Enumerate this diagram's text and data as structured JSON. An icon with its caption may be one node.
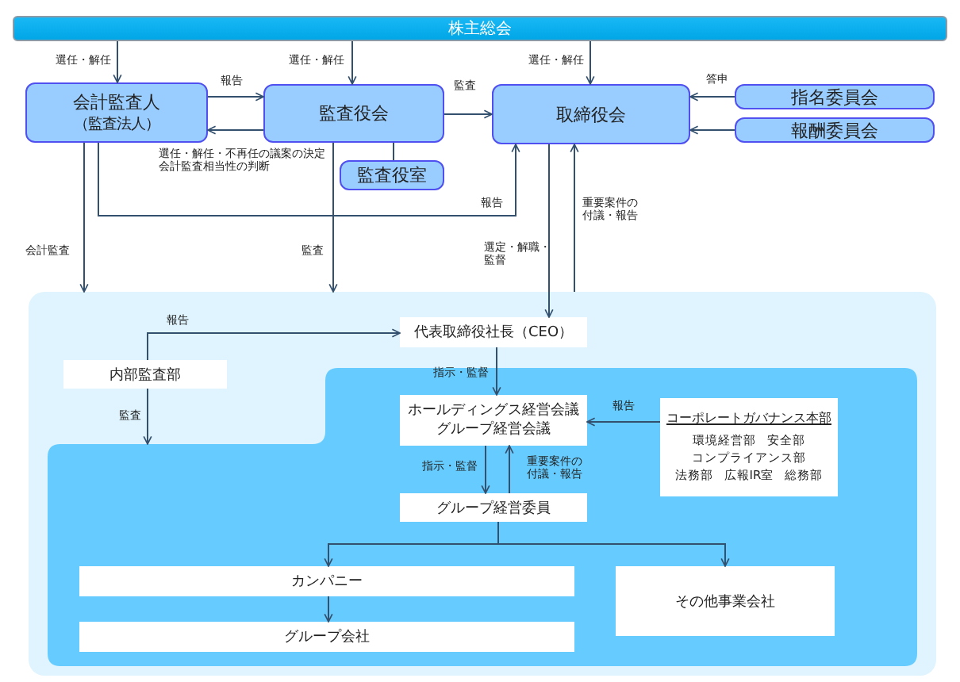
{
  "diagram": {
    "nodes": [
      {
        "text": [
          "株主総会"
        ]
      },
      {
        "text": [
          "会計監査人",
          "（監査法人）"
        ]
      },
      {
        "text": [
          "監査役会"
        ]
      },
      {
        "text": [
          "監査役室"
        ]
      },
      {
        "text": [
          "取締役会"
        ]
      },
      {
        "text": [
          "指名委員会"
        ]
      },
      {
        "text": [
          "報酬委員会"
        ]
      },
      {
        "text": [],
        "shape": "box"
      },
      {
        "text": [
          "代表取締役社長（CEO）"
        ],
        "in": 7
      },
      {
        "text": [
          "内部監査部"
        ],
        "in": 7
      },
      {
        "text": [],
        "shape": "box",
        "in": 7
      },
      {
        "text": [
          "ホールディングス経営会議グループ経営会議"
        ],
        "in": 10
      },
      {
        "text": [
          "コーポレートガバナンス本部",
          "環境経営部",
          "安全部",
          "コンプライアンス部",
          "法務部",
          "広報IR室",
          "総務部"
        ],
        "in": 10
      },
      {
        "text": [
          "グループ経営委員"
        ],
        "in": 10
      },
      {
        "text": [
          "カンパニー"
        ],
        "in": 10
      },
      {
        "text": [
          "グループ会社"
        ],
        "in": 10
      },
      {
        "text": [
          "その他事業会社"
        ],
        "in": 10
      }
    ],
    "edges": [
      {
        "from": 0,
        "to": 1,
        "arrow": "to",
        "label": "選任・解任"
      },
      {
        "from": 0,
        "to": 2,
        "arrow": "to",
        "label": "選任・解任"
      },
      {
        "from": 0,
        "to": 4,
        "arrow": "to",
        "label": "選任・解任"
      },
      {
        "from": 1,
        "to": 2,
        "arrow": "to",
        "label": "報告"
      },
      {
        "from": 2,
        "to": 1,
        "arrow": "to",
        "label": "選任・解任・不再任の議案の決定会計監査相当性の判断"
      },
      {
        "from": 2,
        "to": 4,
        "arrow": "to",
        "label": "監査"
      },
      {
        "from": 5,
        "to": 4,
        "arrow": "to",
        "label": "答申"
      },
      {
        "from": 6,
        "to": 4,
        "arrow": "to"
      },
      {
        "from": 2,
        "to": 3,
        "arrow": "none"
      },
      {
        "from": 1,
        "to": 4,
        "arrow": "to",
        "label": "報告"
      },
      {
        "from": 1,
        "to": 7,
        "arrow": "to",
        "label": "会計監査"
      },
      {
        "from": 2,
        "to": 7,
        "arrow": "to",
        "label": "監査"
      },
      {
        "from": 4,
        "to": 8,
        "arrow": "to",
        "label": "選定・解職・監督"
      },
      {
        "from": 7,
        "to": 4,
        "arrow": "to",
        "label": "重要案件の付議・報告"
      },
      {
        "from": 9,
        "to": 8,
        "arrow": "to",
        "label": "報告"
      },
      {
        "from": 9,
        "to": 10,
        "arrow": "to",
        "label": "監査"
      },
      {
        "from": 8,
        "to": 11,
        "arrow": "to",
        "label": "指示・監督"
      },
      {
        "from": 12,
        "to": 11,
        "arrow": "to",
        "label": "報告"
      },
      {
        "from": 11,
        "to": 13,
        "arrow": "to",
        "label": "指示・監督"
      },
      {
        "from": 13,
        "to": 11,
        "arrow": "to",
        "label": "重要案件の付議・報告"
      },
      {
        "from": 13,
        "to": 14,
        "arrow": "to"
      },
      {
        "from": 13,
        "to": 16,
        "arrow": "to"
      },
      {
        "from": 14,
        "to": 15,
        "arrow": "to"
      }
    ]
  }
}
